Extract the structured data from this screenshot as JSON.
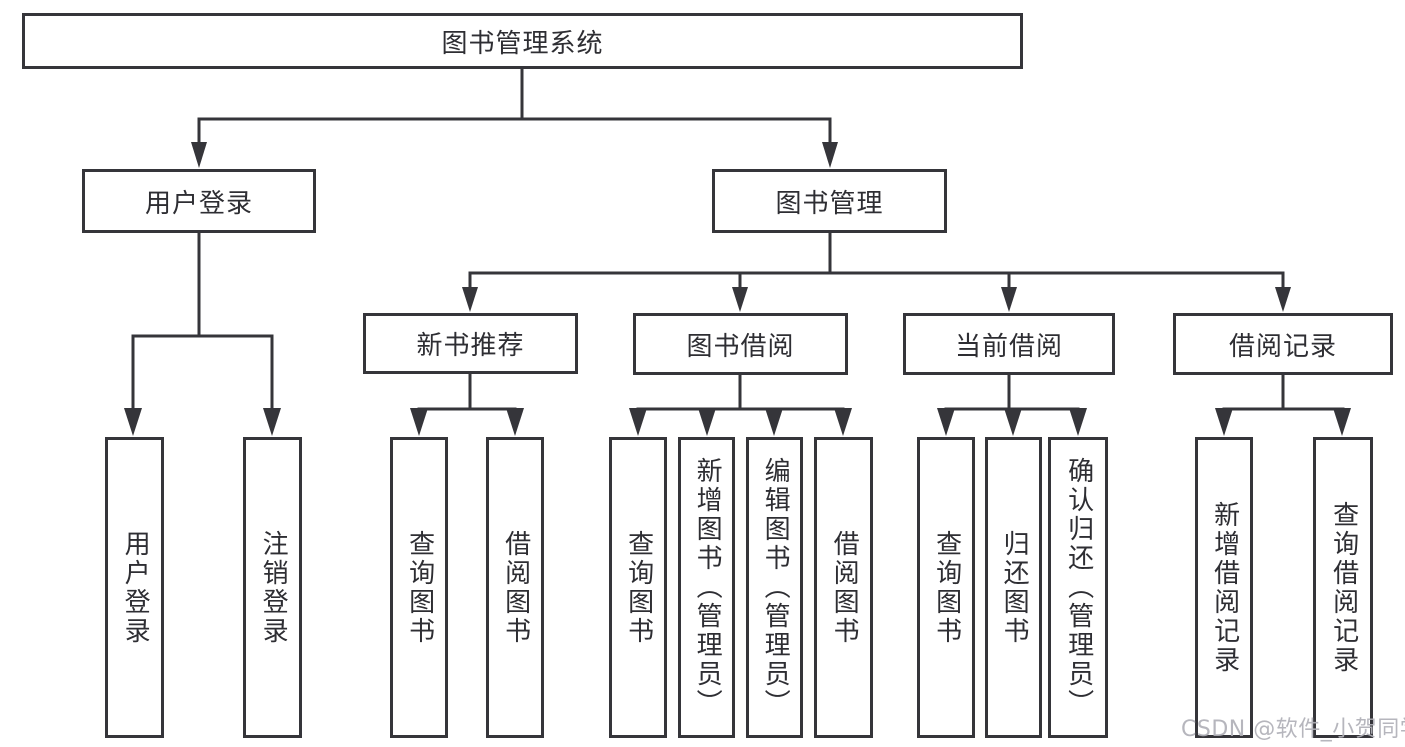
{
  "nodes": {
    "root": "图书管理系统",
    "user_login": "用户登录",
    "book_mgmt": "图书管理",
    "new_books": "新书推荐",
    "book_borrow": "图书借阅",
    "current_borrow": "当前借阅",
    "borrow_records": "借阅记录",
    "ul_login": "用户登录",
    "ul_logout": "注销登录",
    "nb_query_books": "查询图书",
    "nb_borrow_books": "借阅图书",
    "bb_query_books": "查询图书",
    "bb_add_books": "新增图书（管理员）",
    "bb_edit_books": "编辑图书（管理员）",
    "bb_borrow_books": "借阅图书",
    "cb_query_books": "查询图书",
    "cb_return_books": "归还图书",
    "cb_confirm_return": "确认归还（管理员）",
    "br_add_record": "新增借阅记录",
    "br_query_record": "查询借阅记录"
  },
  "watermark": "CSDN @软件_小贺同学",
  "colors": {
    "line": "#35353a",
    "text": "#2e2e33",
    "watermark": "#b0b0b7",
    "background": "#ffffff"
  }
}
